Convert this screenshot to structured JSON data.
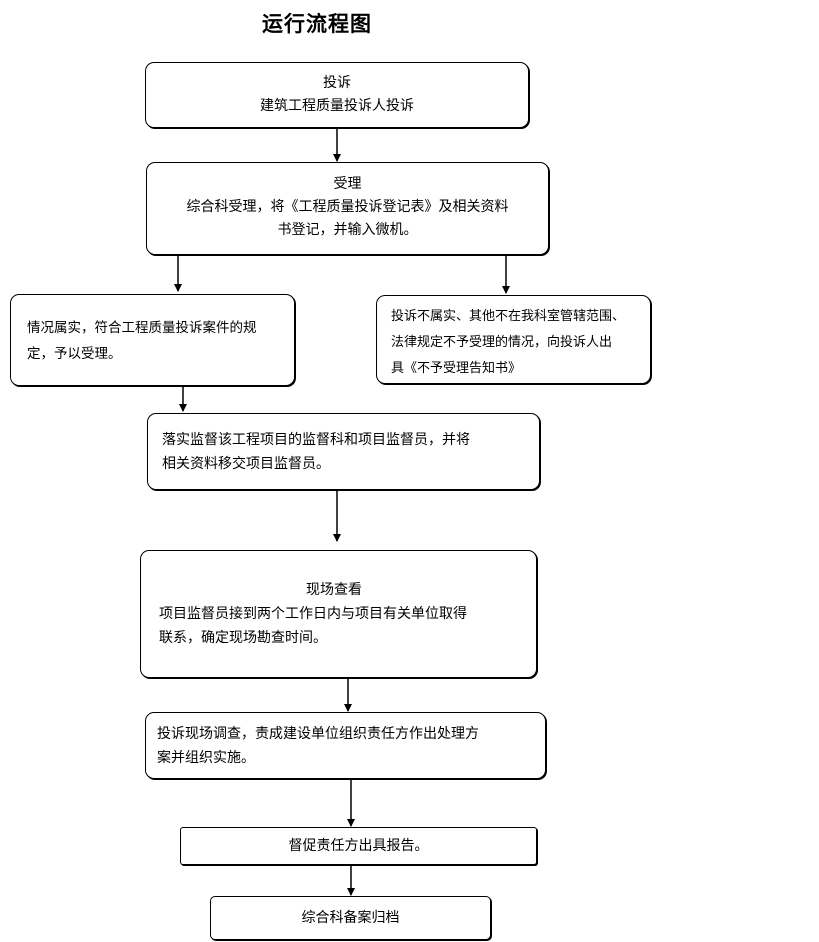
{
  "title": "运行流程图",
  "nodes": {
    "complaint": {
      "line1": "投诉",
      "line2": "建筑工程质量投诉人投诉"
    },
    "acceptance": {
      "line1": "受理",
      "line2": "综合科受理，将《工程质量投诉登记表》及相关资料",
      "line3": "书登记，并输入微机。"
    },
    "valid_case": {
      "line1": "情况属实，符合工程质量投诉案件的规",
      "line2": "定，予以受理。"
    },
    "invalid_case": {
      "line1": "投诉不属实、其他不在我科室管辖范围、",
      "line2": "法律规定不予受理的情况，向投诉人出",
      "line3": "具《不予受理告知书》"
    },
    "assign": {
      "line1": "落实监督该工程项目的监督科和项目监督员，并将",
      "line2": "相关资料移交项目监督员。"
    },
    "site_inspection": {
      "line1": "现场查看",
      "line2": "项目监督员接到两个工作日内与项目有关单位取得",
      "line3": "联系，确定现场勘查时间。"
    },
    "investigation": {
      "line1": "投诉现场调查，责成建设单位组织责任方作出处理方",
      "line2": "案并组织实施。"
    },
    "report": {
      "line1": "督促责任方出具报告。"
    },
    "archive": {
      "line1": "综合科备案归档"
    }
  }
}
